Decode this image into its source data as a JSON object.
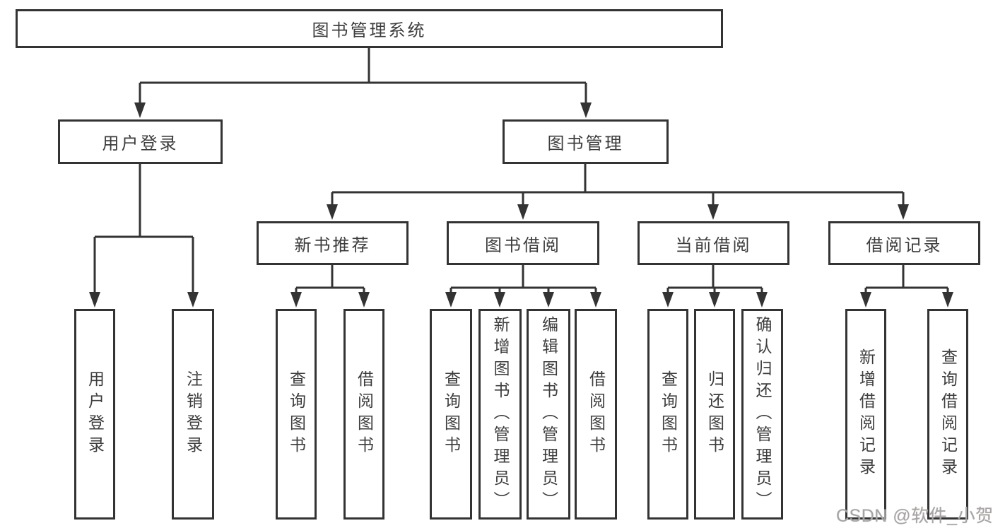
{
  "diagram": {
    "tree": {
      "label": "图书管理系统",
      "children": [
        {
          "label": "用户登录",
          "children": [
            {
              "label": "用户登录"
            },
            {
              "label": "注销登录"
            }
          ]
        },
        {
          "label": "图书管理",
          "children": [
            {
              "label": "新书推荐",
              "children": [
                {
                  "label": "查询图书"
                },
                {
                  "label": "借阅图书"
                }
              ]
            },
            {
              "label": "图书借阅",
              "children": [
                {
                  "label": "查询图书"
                },
                {
                  "label": "新增图书（管理员）"
                },
                {
                  "label": "编辑图书（管理员）"
                },
                {
                  "label": "借阅图书"
                }
              ]
            },
            {
              "label": "当前借阅",
              "children": [
                {
                  "label": "查询图书"
                },
                {
                  "label": "归还图书"
                },
                {
                  "label": "确认归还（管理员）"
                }
              ]
            },
            {
              "label": "借阅记录",
              "children": [
                {
                  "label": "新增借阅记录"
                },
                {
                  "label": "查询借阅记录"
                }
              ]
            }
          ]
        }
      ]
    },
    "watermark": "CSDN @软件_小贺同学",
    "colors": {
      "line": "#333333",
      "box_border": "#333333",
      "box_background": "#ffffff",
      "text": "#3d3d3d",
      "watermark": "#a7a4a4"
    }
  }
}
